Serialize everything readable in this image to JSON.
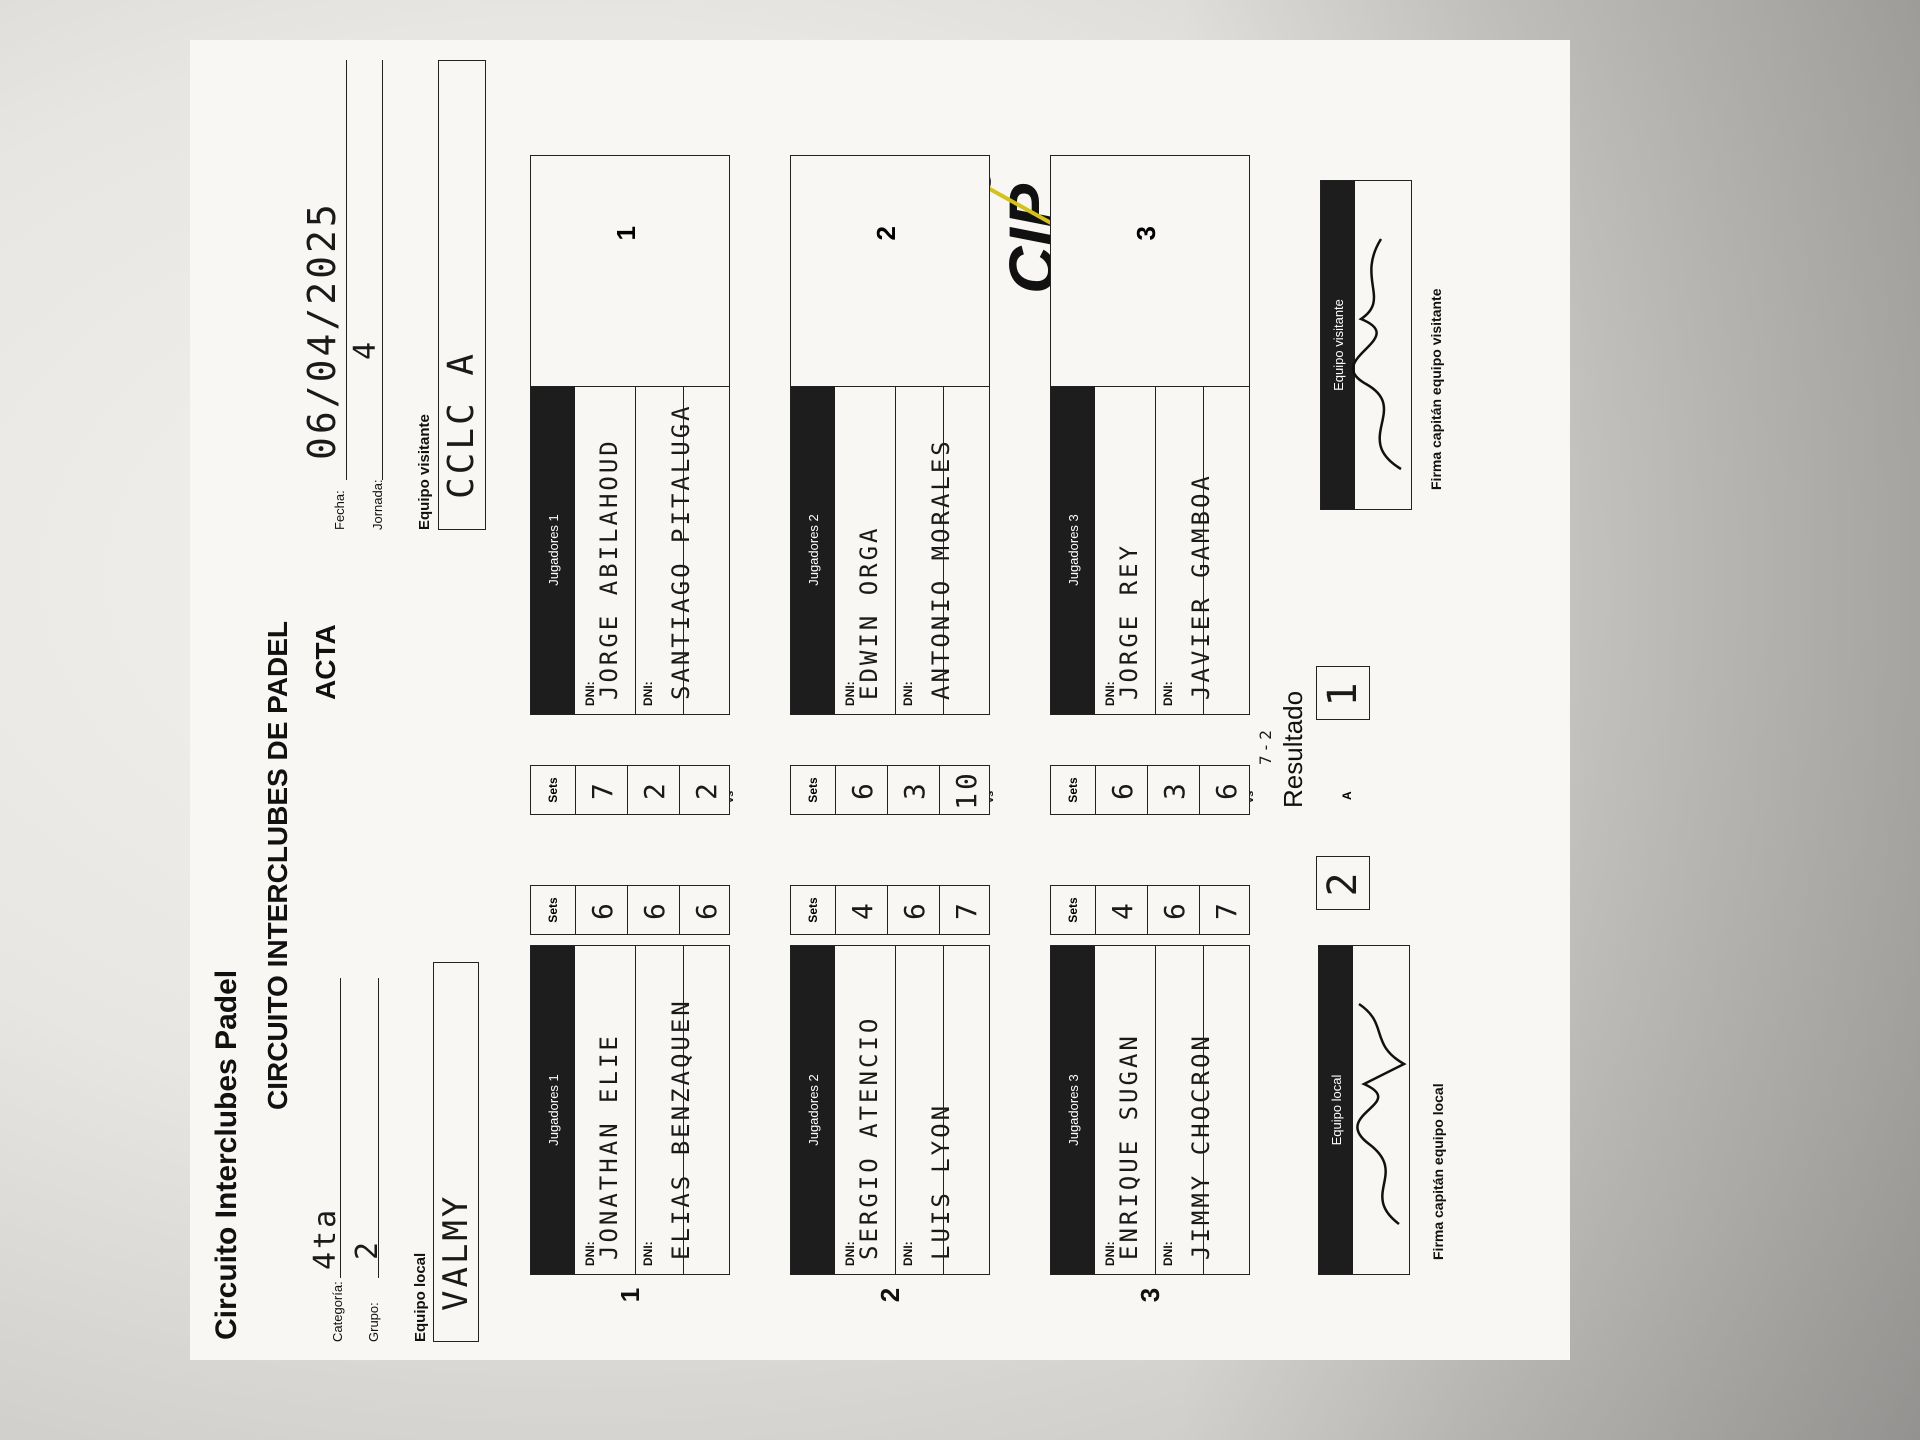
{
  "header": {
    "site": "Circuito Interclubes Padel",
    "title": "CIRCUITO INTERCLUBES DE PADEL",
    "subtitle": "ACTA"
  },
  "meta": {
    "categoria_label": "Categoría:",
    "categoria_value": "4ta",
    "grupo_label": "Grupo:",
    "grupo_value": "2",
    "fecha_label": "Fecha:",
    "fecha_value": "06/04/2025",
    "jornada_label": "Jornada:",
    "jornada_value": "4"
  },
  "teams": {
    "local_label": "Equipo local",
    "local_name": "VALMY",
    "visitante_label": "Equipo visitante",
    "visitante_name": "CCLC A"
  },
  "labels": {
    "dni": "DNI:",
    "sets": "Sets",
    "vs": "vs",
    "resultado": "Resultado",
    "a": "A"
  },
  "matches": [
    {
      "number": "1",
      "local": {
        "header": "Jugadores 1",
        "p1": "JONATHAN ELIE",
        "p2": "ELIAS BENZAQUEN"
      },
      "local_sets": [
        "6",
        "6",
        "6"
      ],
      "visit_sets": [
        "7",
        "2",
        "2"
      ],
      "visit": {
        "header": "Jugadores 1",
        "p1": "JORGE ABILAHOUD",
        "p2": "SANTIAGO PITALUGA"
      }
    },
    {
      "number": "2",
      "local": {
        "header": "Jugadores 2",
        "p1": "SERGIO ATENCIO",
        "p2": "LUIS LYON"
      },
      "local_sets": [
        "4",
        "6",
        "7"
      ],
      "visit_sets": [
        "6",
        "3",
        "10"
      ],
      "visit": {
        "header": "Jugadores 2",
        "p1": "EDWIN ORGA",
        "p2": "ANTONIO MORALES"
      }
    },
    {
      "number": "3",
      "local": {
        "header": "Jugadores 3",
        "p1": "ENRIQUE SUGAN",
        "p2": "JIMMY CHOCRON"
      },
      "local_sets": [
        "4",
        "6",
        "7"
      ],
      "visit_sets": [
        "6",
        "3",
        "6"
      ],
      "visit": {
        "header": "Jugadores 3",
        "p1": "JORGE REY",
        "p2": "JAVIER GAMBOA"
      }
    }
  ],
  "result": {
    "local_score": "2",
    "visit_score": "1",
    "tie_note": "7-2"
  },
  "signatures": {
    "local_header": "Equipo local",
    "local_caption": "Firma capitán equipo local",
    "visit_header": "Equipo visitante",
    "visit_caption": "Firma capitán equipo visitante"
  }
}
